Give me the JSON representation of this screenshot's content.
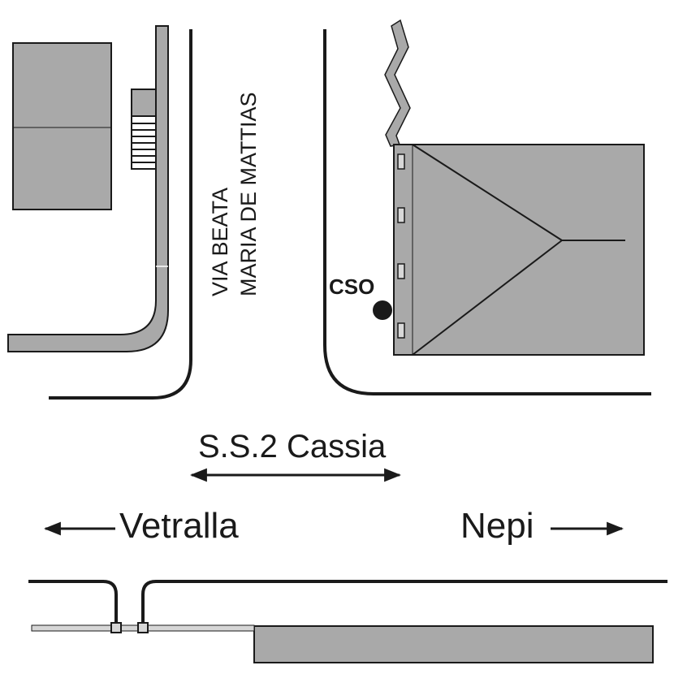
{
  "map": {
    "street_name_line1": "VIA BEATA",
    "street_name_line2": "MARIA DE MATTIAS",
    "site_marker_label": "CSO",
    "main_road_label": "S.S.2 Cassia",
    "direction_left_label": "Vetralla",
    "direction_right_label": "Nepi"
  },
  "colors": {
    "building_fill": "#a9a9a9",
    "line": "#1a1a1a",
    "background": "#ffffff"
  }
}
